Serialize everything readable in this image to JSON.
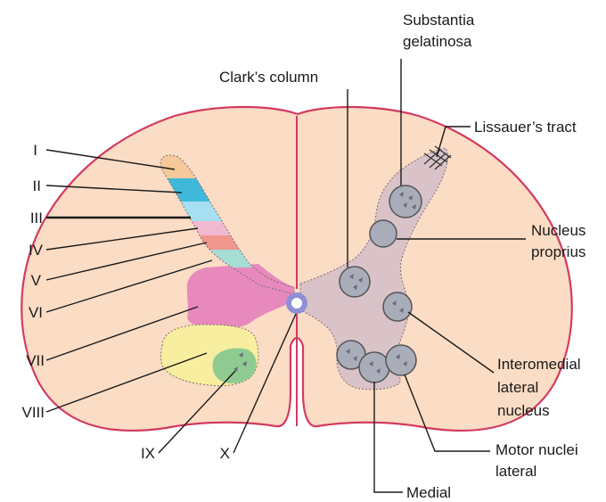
{
  "labels": {
    "substantia_line1": "Substantia",
    "substantia_line2": "gelatinosa",
    "clarks_column": "Clark’s column",
    "lissauers_tract": "Lissauer’s tract",
    "nucleus_line1": "Nucleus",
    "nucleus_line2": "proprius",
    "interomedial_line1": "Interomedial",
    "interomedial_line2": "lateral",
    "interomedial_line3": "nucleus",
    "motor_line1": "Motor nuclei",
    "motor_line2": "lateral",
    "medial": "Medial"
  },
  "laminae": [
    "I",
    "II",
    "III",
    "IV",
    "V",
    "VI",
    "VII",
    "VIII",
    "IX",
    "X"
  ],
  "colors": {
    "white_matter": "#fbdcc4",
    "outline": "#d23b61",
    "gray_matter_right": "#d9c3c8",
    "lamina_I": "#f6c89a",
    "lamina_II": "#3fb8d9",
    "lamina_III": "#a6dff2",
    "lamina_IV": "#f1b9cf",
    "lamina_V": "#f0968c",
    "lamina_V_band2": "#a6ddd5",
    "lamina_VI_VII": "#e889bd",
    "lamina_VIII": "#f8ee9f",
    "lamina_IX": "#8fcb90",
    "central_canal_ring": "#8f8fd6",
    "nucleus_fill": "#a9adb9"
  }
}
